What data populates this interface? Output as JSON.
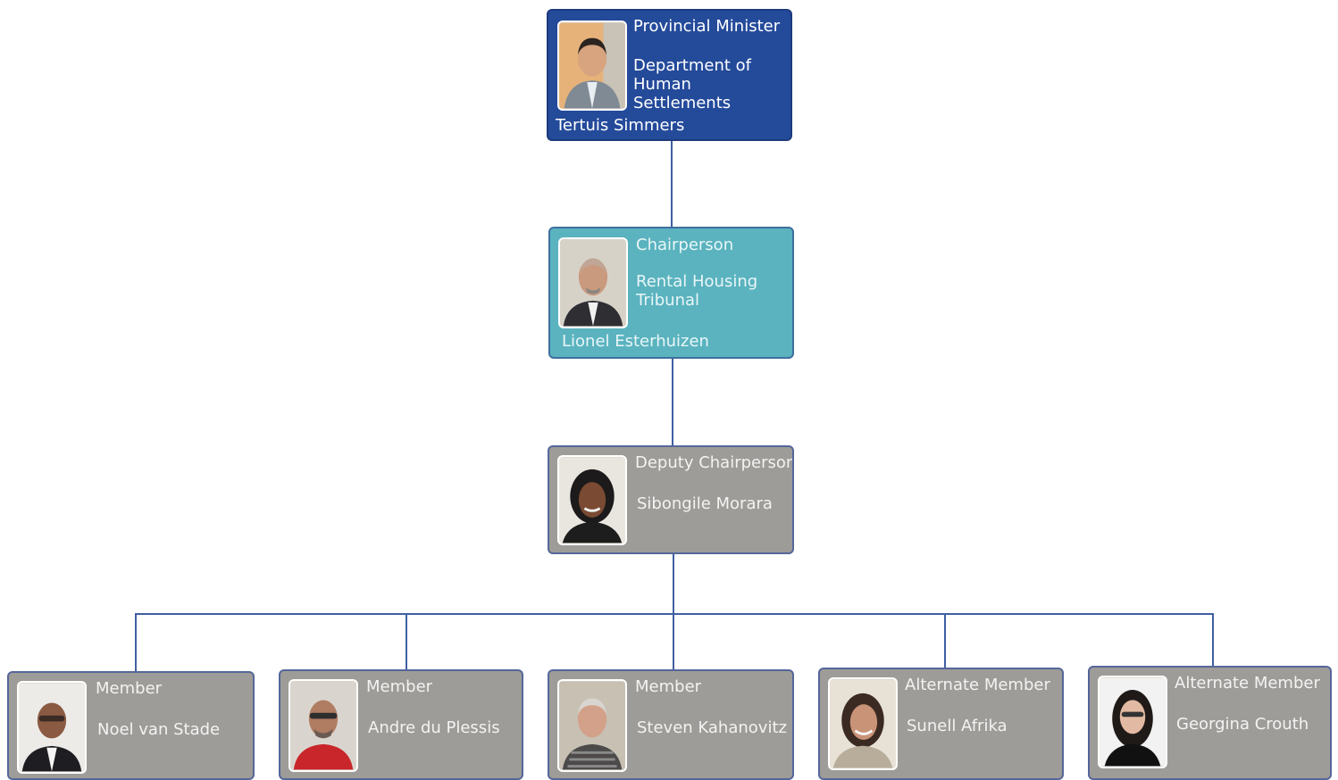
{
  "minister": {
    "role": "Provincial Minister",
    "department": "Department of Human Settlements",
    "name": "Tertuis Simmers",
    "color": "#244a9a"
  },
  "chair": {
    "role": "Chairperson",
    "department": "Rental Housing Tribunal",
    "name": "Lionel Esterhuizen",
    "color": "#5ab3bf"
  },
  "deputy": {
    "role": "Deputy Chairperson",
    "name": "Sibongile Morara",
    "color": "#9e9c98"
  },
  "members": [
    {
      "role": "Member",
      "name": "Noel van Stade"
    },
    {
      "role": "Member",
      "name": "Andre du Plessis"
    },
    {
      "role": "Member",
      "name": "Steven Kahanovitz"
    },
    {
      "role": "Alternate Member",
      "name": "Sunell Afrika"
    },
    {
      "role": "Alternate Member",
      "name": "Georgina Crouth"
    }
  ],
  "line_color": "#3f5fa3"
}
